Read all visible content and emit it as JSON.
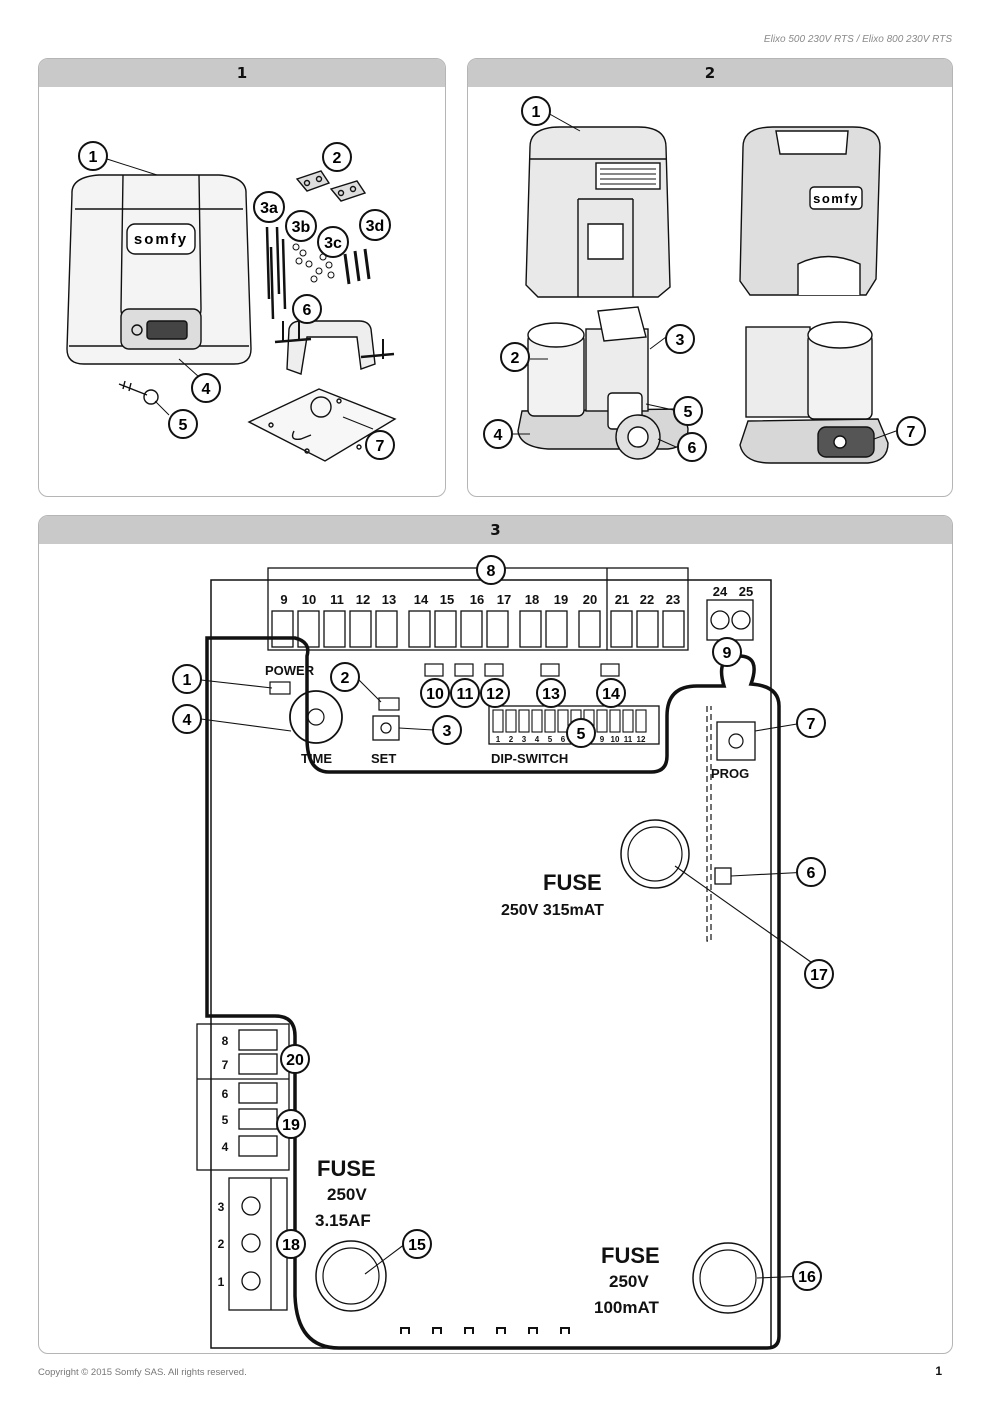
{
  "header": {
    "model": "Elixo 500 230V RTS / Elixo 800 230V RTS"
  },
  "panel1": {
    "title": "1",
    "callouts": [
      "1",
      "2",
      "3a",
      "3b",
      "3c",
      "3d",
      "4",
      "5",
      "6",
      "7"
    ],
    "logo_text": "somfy"
  },
  "panel2": {
    "title": "2",
    "callouts": [
      "1",
      "2",
      "3",
      "4",
      "5",
      "6",
      "7"
    ],
    "logo_text": "somfy"
  },
  "panel3": {
    "title": "3",
    "terminals_top": [
      "9",
      "10",
      "11",
      "12",
      "13",
      "14",
      "15",
      "16",
      "17",
      "18",
      "19",
      "20",
      "21",
      "22",
      "23"
    ],
    "terminals_right": [
      "24",
      "25"
    ],
    "terminals_left": [
      "8",
      "7",
      "6",
      "5",
      "4"
    ],
    "terminals_power": [
      "3",
      "2",
      "1"
    ],
    "labels": {
      "power": "POWER",
      "time": "TIME",
      "set": "SET",
      "dip_switch": "DIP-SWITCH",
      "prog": "PROG",
      "fuse": "FUSE",
      "fuse_main_rating": "250V 315mAT",
      "fuse_left_v": "250V",
      "fuse_left_a": "3.15AF",
      "fuse_right_v": "250V",
      "fuse_right_a": "100mAT"
    },
    "dip_numbers": [
      "1",
      "2",
      "3",
      "4",
      "5",
      "6",
      "7",
      "8",
      "9",
      "10",
      "11",
      "12"
    ],
    "callouts": [
      "1",
      "2",
      "3",
      "4",
      "5",
      "6",
      "7",
      "8",
      "9",
      "10",
      "11",
      "12",
      "13",
      "14",
      "15",
      "16",
      "17",
      "18",
      "19",
      "20"
    ]
  },
  "footer": {
    "copyright": "Copyright © 2015 Somfy SAS. All rights reserved.",
    "page_number": "1"
  }
}
